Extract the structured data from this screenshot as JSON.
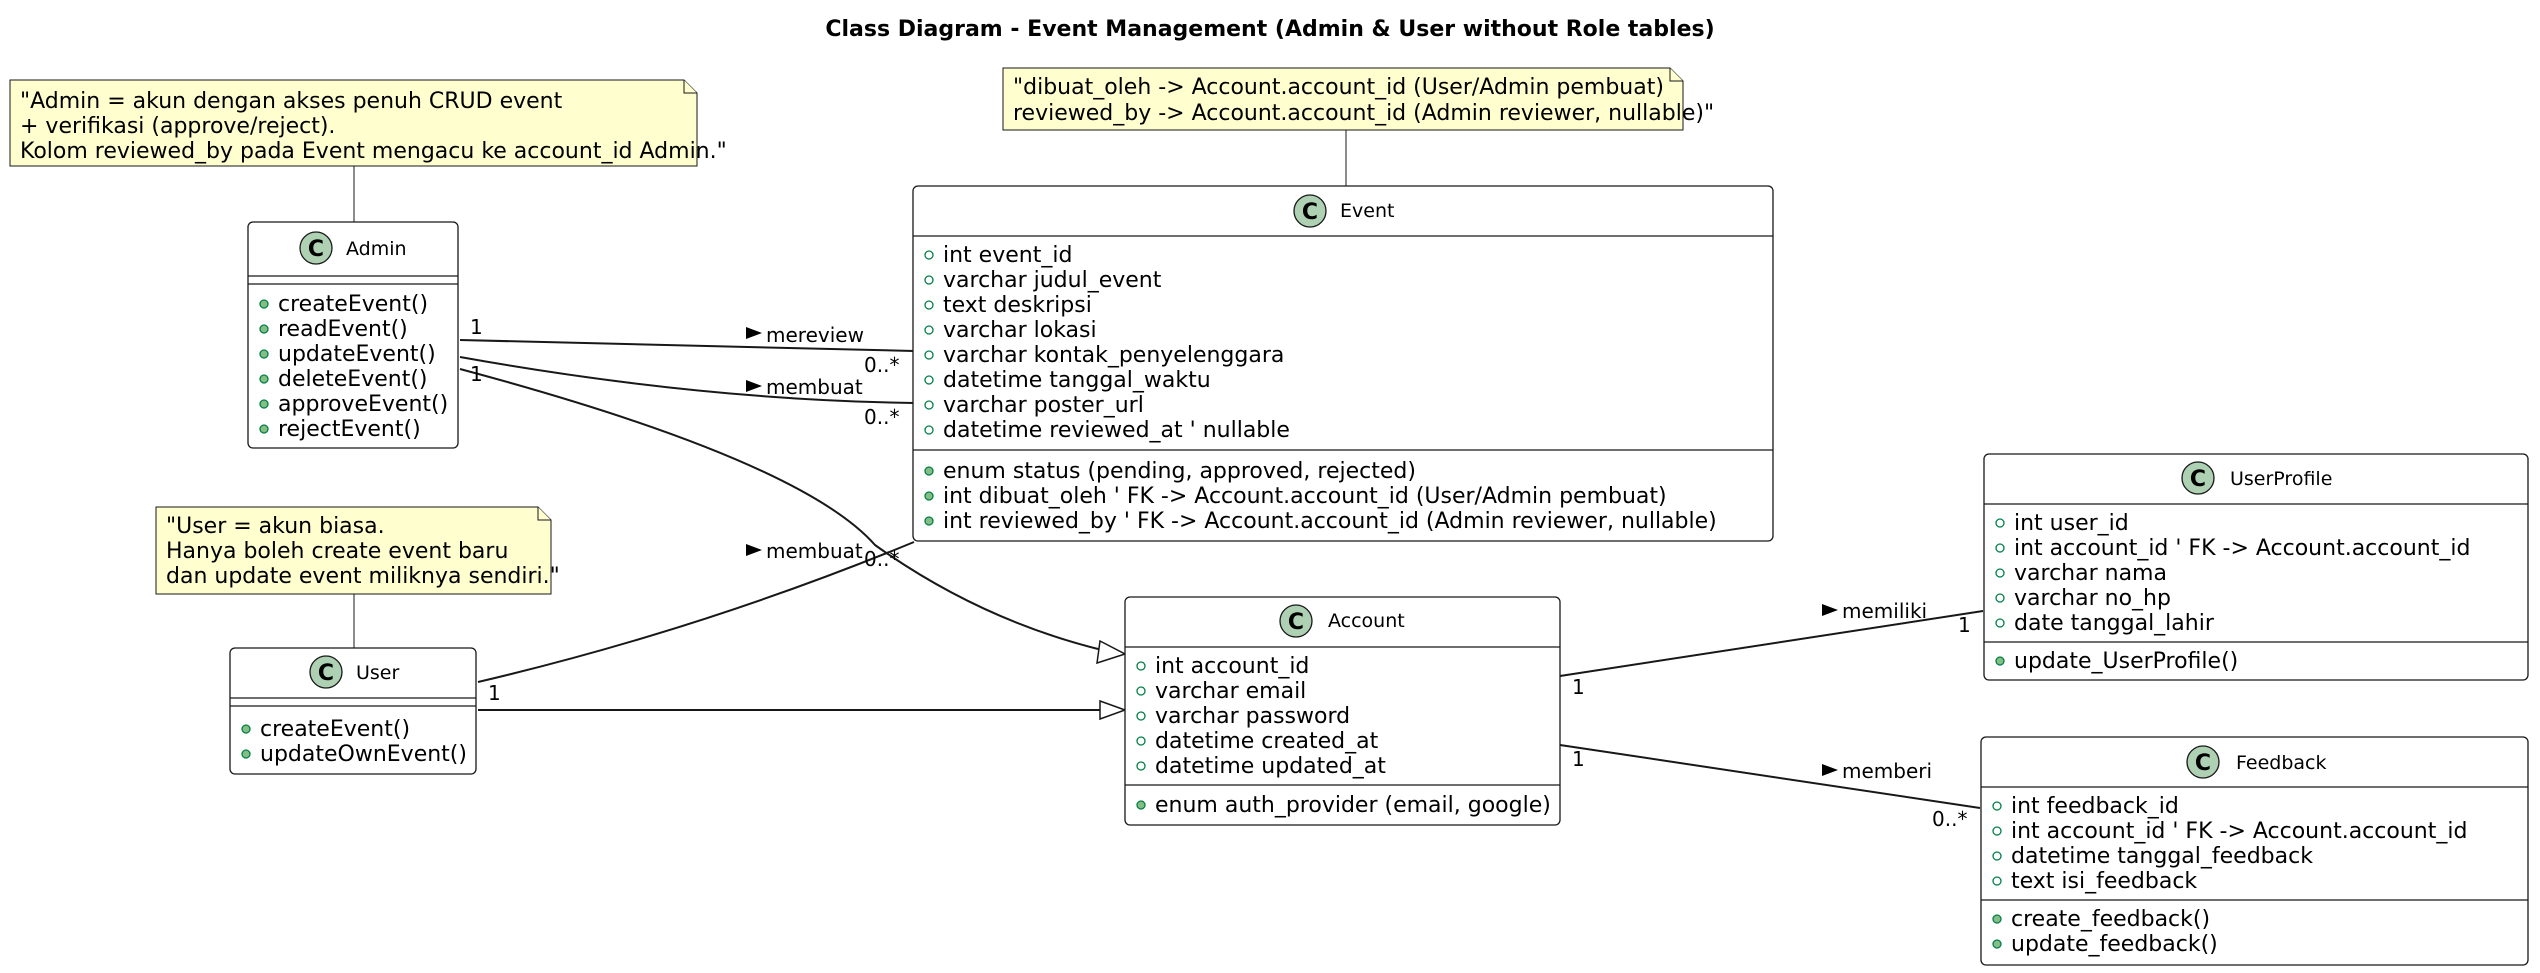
{
  "title": "Class Diagram - Event Management (Admin & User without Role tables)",
  "notes": {
    "admin": [
      "\"Admin = akun dengan akses penuh CRUD event",
      "+ verifikasi (approve/reject).",
      "Kolom reviewed_by pada Event mengacu ke account_id Admin.\""
    ],
    "event": [
      "\"dibuat_oleh -> Account.account_id (User/Admin pembuat)",
      "reviewed_by -> Account.account_id (Admin reviewer, nullable)\""
    ],
    "user": [
      "\"User = akun biasa.",
      "Hanya boleh create event baru",
      "dan update event miliknya sendiri.\""
    ]
  },
  "classes": {
    "admin": {
      "name": "Admin",
      "fields": [],
      "methods": [
        "createEvent()",
        "readEvent()",
        "updateEvent()",
        "deleteEvent()",
        "approveEvent()",
        "rejectEvent()"
      ]
    },
    "user": {
      "name": "User",
      "fields": [],
      "methods": [
        "createEvent()",
        "updateOwnEvent()"
      ]
    },
    "event": {
      "name": "Event",
      "fields": [
        "int event_id",
        "varchar judul_event",
        "text deskripsi",
        "varchar lokasi",
        "varchar kontak_penyelenggara",
        "datetime tanggal_waktu",
        "varchar poster_url",
        "datetime reviewed_at   ' nullable"
      ],
      "methods": [
        "enum status (pending, approved, rejected)",
        "int dibuat_oleh        ' FK -> Account.account_id (User/Admin pembuat)",
        "int reviewed_by        ' FK -> Account.account_id (Admin reviewer, nullable)"
      ]
    },
    "account": {
      "name": "Account",
      "fields": [
        "int account_id",
        "varchar email",
        "varchar password",
        "datetime created_at",
        "datetime updated_at"
      ],
      "methods": [
        "enum auth_provider (email, google)"
      ]
    },
    "userprofile": {
      "name": "UserProfile",
      "fields": [
        "int user_id",
        "int account_id        ' FK -> Account.account_id",
        "varchar nama",
        "varchar no_hp",
        "date tanggal_lahir"
      ],
      "methods": [
        "update_UserProfile()"
      ]
    },
    "feedback": {
      "name": "Feedback",
      "fields": [
        "int feedback_id",
        "int account_id         ' FK -> Account.account_id",
        "datetime tanggal_feedback",
        "text isi_feedback"
      ],
      "methods": [
        "create_feedback()",
        "update_feedback()"
      ]
    }
  },
  "relations": {
    "admin_event_review": {
      "label": "mereview",
      "from_mult": "1",
      "to_mult": "0..*"
    },
    "admin_event_create": {
      "label": "membuat",
      "from_mult": "1",
      "to_mult": "0..*"
    },
    "user_event_create": {
      "label": "membuat",
      "from_mult": "1",
      "to_mult": "0..*"
    },
    "account_userprofile": {
      "label": "memiliki",
      "from_mult": "1",
      "to_mult": "1"
    },
    "account_feedback": {
      "label": "memberi",
      "from_mult": "1",
      "to_mult": "0..*"
    }
  },
  "colors": {
    "note_fill": "#fefece",
    "class_spot": "#add1b2",
    "public_method": "#84be84",
    "border": "#181818"
  }
}
